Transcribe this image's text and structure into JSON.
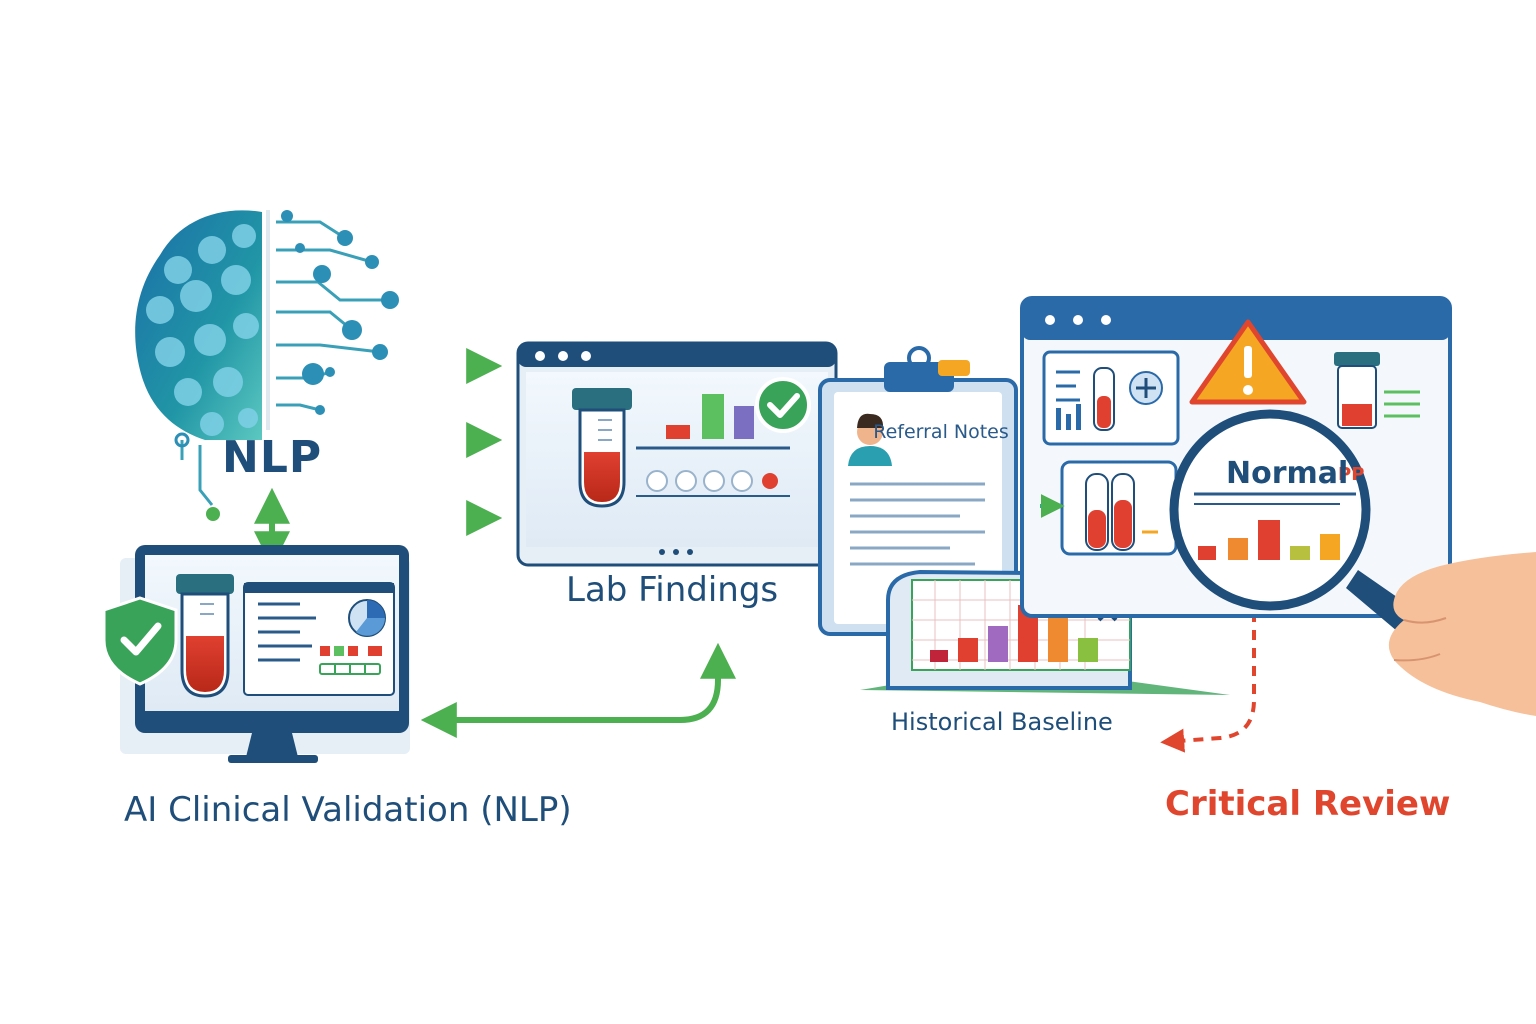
{
  "labels": {
    "nlp": "NLP",
    "lab_findings": "Lab Findings",
    "ai_validation": "AI Clinical Validation (NLP)",
    "referral_notes": "Referral Notes",
    "historical_baseline": "Historical Baseline",
    "normal": "Normal",
    "critical_review": "Critical Review"
  },
  "colors": {
    "primary_blue": "#1e4e79",
    "accent_green": "#4caf50",
    "critical_red": "#e0452e",
    "warning_orange": "#f5a623"
  },
  "icons": [
    "brain-network-icon",
    "test-tube-icon",
    "checkmark-icon",
    "shield-check-icon",
    "doctor-avatar-icon",
    "clipboard-icon",
    "warning-icon",
    "magnifying-glass-icon",
    "hand-icon",
    "close-icon",
    "pie-chart-icon"
  ]
}
